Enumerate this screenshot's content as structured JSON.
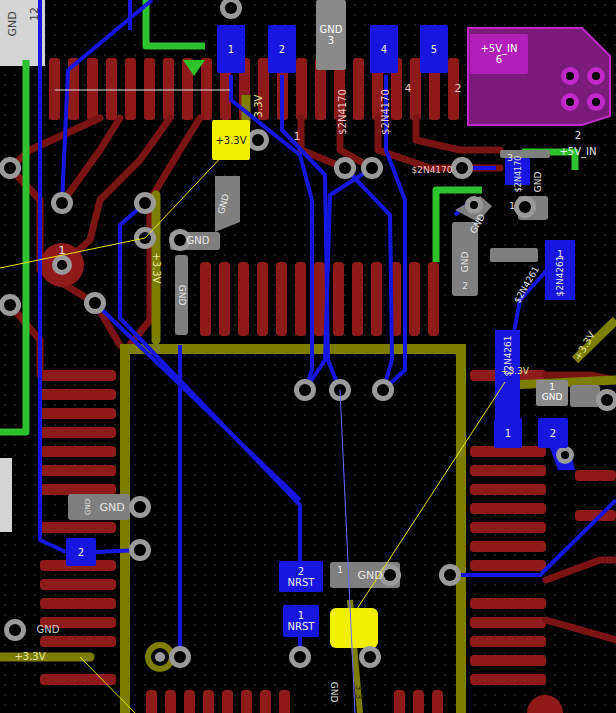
{
  "diagram": {
    "nodes": [
      {
        "text": [
          "1"
        ]
      },
      {
        "text": [
          "2"
        ]
      },
      {
        "text": [
          "GND",
          "3"
        ]
      },
      {
        "text": [
          "4"
        ]
      },
      {
        "text": [
          "5"
        ]
      },
      {
        "text": [
          "+5V_IN",
          "6"
        ]
      },
      {
        "text": [
          "+3.3V"
        ]
      },
      {
        "text": [
          "2",
          "NRST"
        ]
      },
      {
        "text": [
          "1",
          "NRST"
        ]
      },
      {
        "text": [
          "2"
        ]
      },
      {
        "text": [
          "1"
        ]
      },
      {
        "text": [
          "2"
        ]
      },
      {
        "text": [
          "1",
          "GND"
        ]
      }
    ],
    "labels": [
      "GND",
      "12",
      "3.3V",
      "1",
      "$2N4170",
      "$2N4170",
      "4",
      "2",
      "$2N4170",
      "2",
      "+5V_IN",
      "3",
      "$2N4170",
      "GND",
      "1",
      "GND",
      "GND",
      "2",
      "$2N4261",
      "1",
      "$2N4261",
      "$2N4261",
      "+3.3V",
      "+3.3V",
      "GND",
      "GND",
      "+3.3V",
      "GND",
      "1",
      "GND",
      "GND",
      "GND",
      "+3.3V",
      "1",
      "GND",
      "GND",
      "3.3"
    ]
  }
}
